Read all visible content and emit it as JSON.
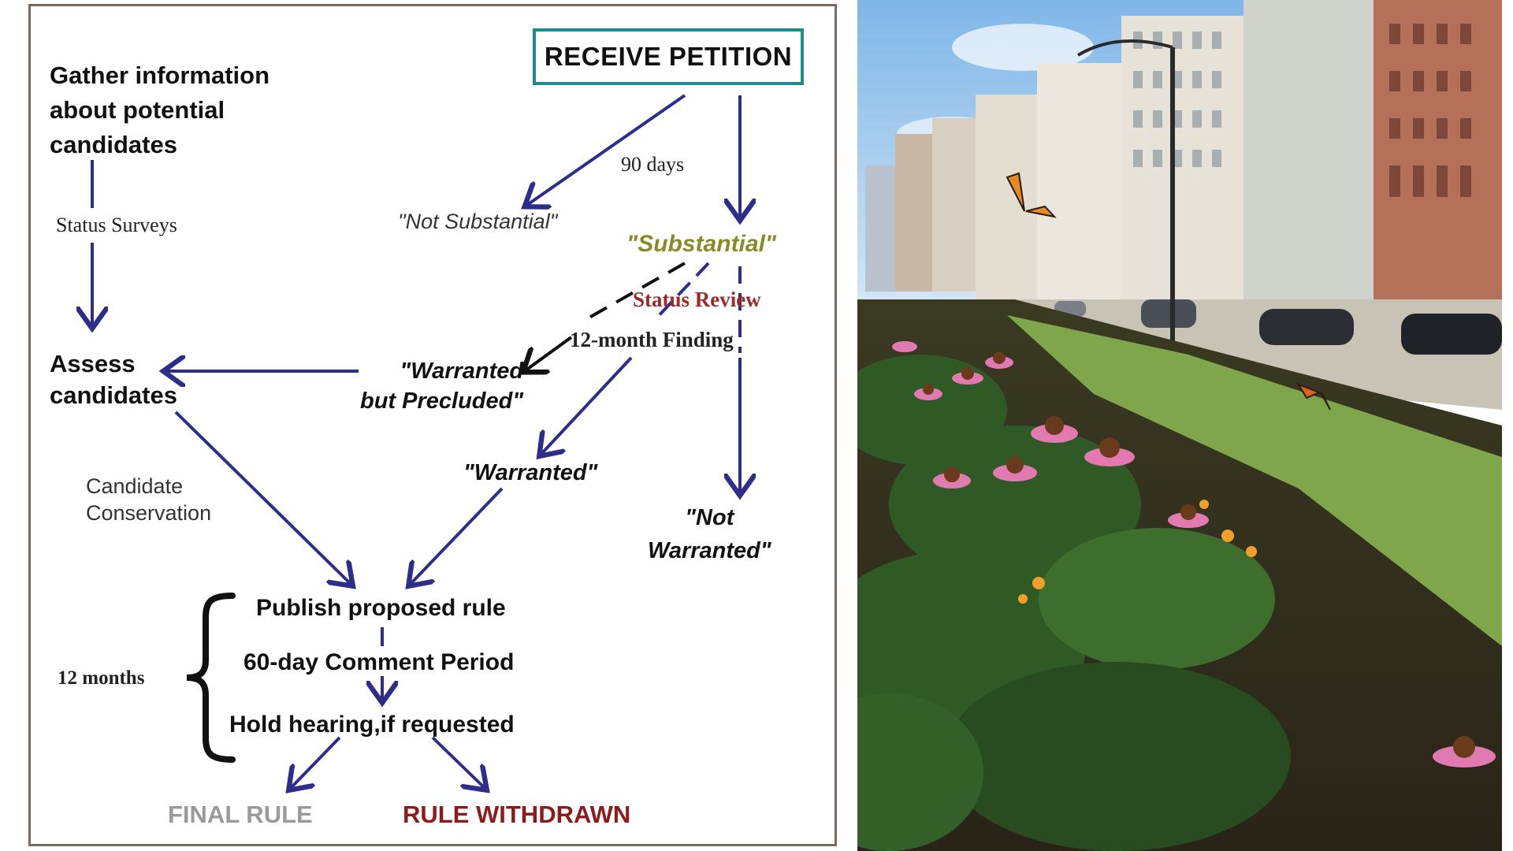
{
  "flowchart": {
    "gather_info": [
      "Gather information",
      "about potential",
      "candidates"
    ],
    "status_surveys": "Status Surveys",
    "assess_candidates": [
      "Assess",
      "candidates"
    ],
    "candidate_conservation": [
      "Candidate",
      "Conservation"
    ],
    "receive_petition": "RECEIVE PETITION",
    "ninety_days": "90 days",
    "not_substantial": "\"Not Substantial\"",
    "substantial": "\"Substantial\"",
    "status_review": "Status Review",
    "twelve_month_finding": "12-month Finding",
    "warranted_but_precluded": [
      "\"Warranted",
      "but Precluded\""
    ],
    "warranted": "\"Warranted\"",
    "not_warranted": [
      "\"Not",
      "Warranted\""
    ],
    "publish_proposed_rule": "Publish proposed rule",
    "comment_period": "60-day Comment Period",
    "hold_hearing": "Hold hearing,if requested",
    "twelve_months": "12 months",
    "final_rule": "FINAL RULE",
    "rule_withdrawn": "RULE WITHDRAWN"
  },
  "colors": {
    "arrow": "#2e2e8a",
    "teal_box": "#1f8a8a",
    "substantial": "#8a8a2a",
    "status_review": "#9b2a2a",
    "final_rule": "#9a9a9a",
    "rule_withdrawn": "#8b1c1c",
    "panel_border": "#7a6a5e"
  },
  "photo": {
    "description_icon": "street-garden-photo"
  }
}
